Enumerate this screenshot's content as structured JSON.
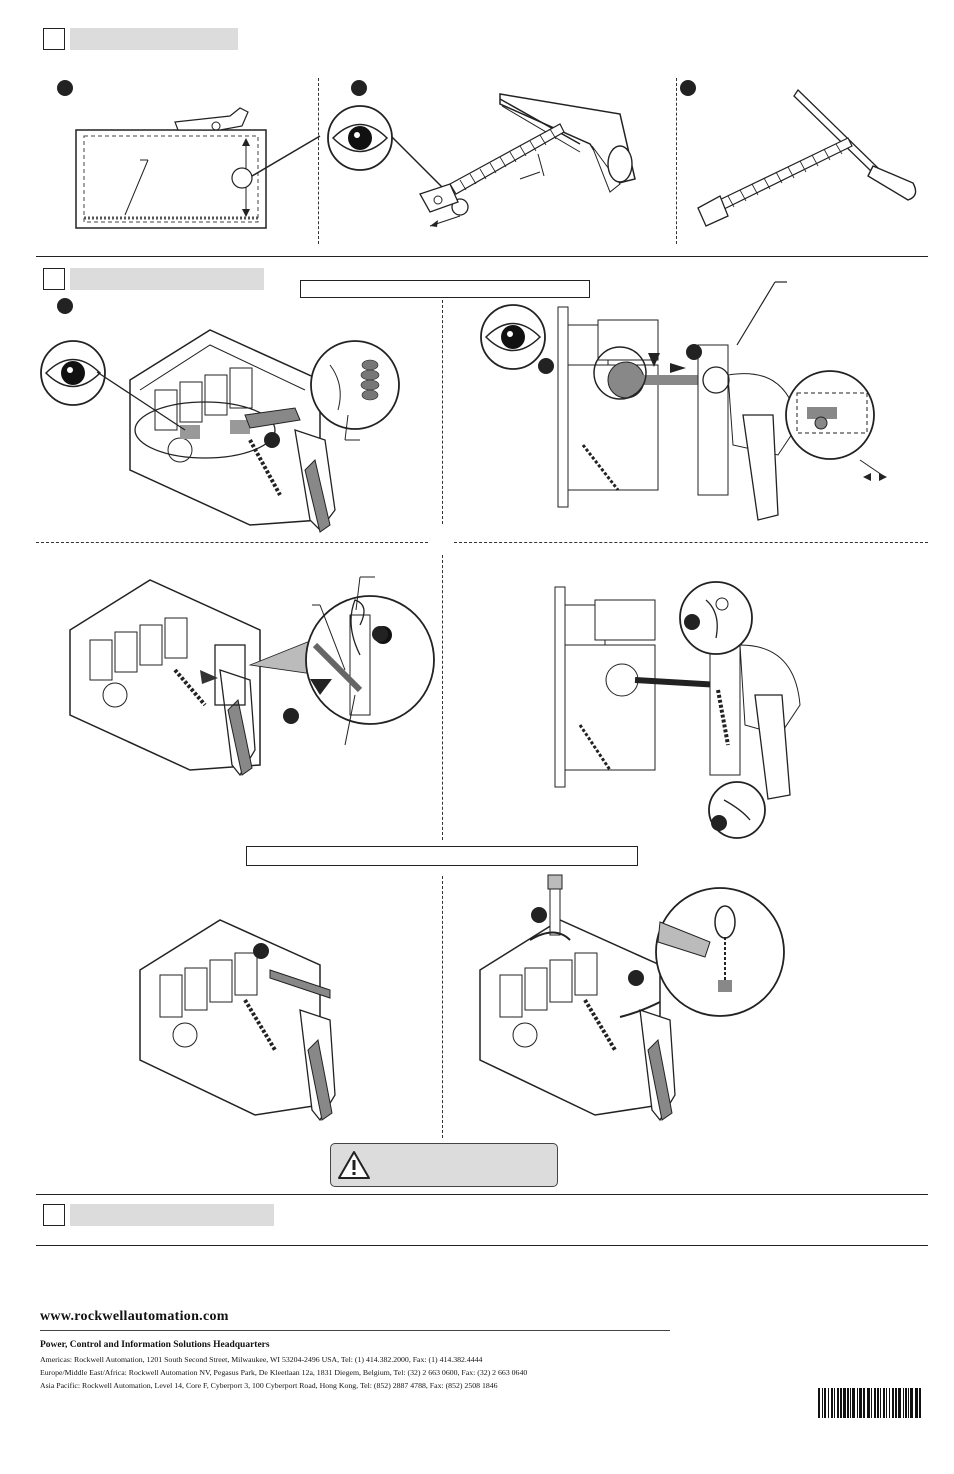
{
  "footer": {
    "url": "www.rockwellautomation.com",
    "hq_title": "Power, Control and Information Solutions Headquarters",
    "americas": "Americas: Rockwell Automation, 1201 South Second Street, Milwaukee, WI 53204-2496 USA, Tel: (1) 414.382.2000, Fax: (1) 414.382.4444",
    "emea": "Europe/Middle East/Africa: Rockwell Automation NV, Pegasus Park, De Kleetlaan 12a, 1831 Diegem, Belgium, Tel: (32) 2 663 0600, Fax: (32) 2 663 0640",
    "apac": "Asia Pacific: Rockwell Automation, Level 14, Core F, Cyberport 3, 100 Cyberport Road, Hong Kong, Tel: (852) 2887 4788, Fax: (852) 2508 1846"
  },
  "icons": {
    "eye": "eye-icon",
    "warning": "warning-triangle-icon",
    "barcode": "barcode-icon"
  },
  "colors": {
    "section_bar": "#dcdcdc",
    "line": "#222222"
  }
}
